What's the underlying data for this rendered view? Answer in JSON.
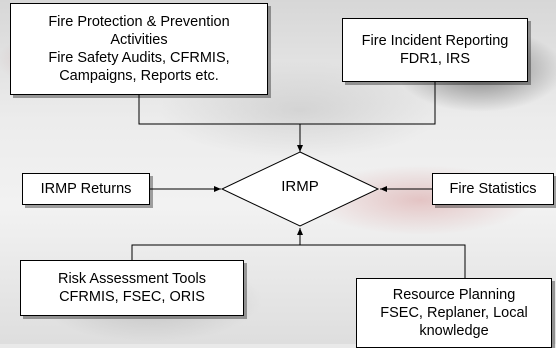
{
  "diagram": {
    "center": {
      "label": "IRMP"
    },
    "nodes": {
      "fire_protection": {
        "lines": [
          "Fire Protection & Prevention",
          "Activities",
          "Fire Safety Audits, CFRMIS,",
          "Campaigns, Reports etc."
        ]
      },
      "fire_incident": {
        "lines": [
          "Fire Incident Reporting",
          "FDR1, IRS"
        ]
      },
      "irmp_returns": {
        "lines": [
          "IRMP Returns"
        ]
      },
      "fire_statistics": {
        "lines": [
          "Fire Statistics"
        ]
      },
      "risk_tools": {
        "lines": [
          "Risk Assessment Tools",
          "CFRMIS, FSEC, ORIS"
        ]
      },
      "resource_planning": {
        "lines": [
          "Resource Planning",
          "FSEC, Replaner, Local",
          "knowledge"
        ]
      }
    },
    "colors": {
      "box_fill": "#ffffff",
      "line": "#000000"
    }
  }
}
